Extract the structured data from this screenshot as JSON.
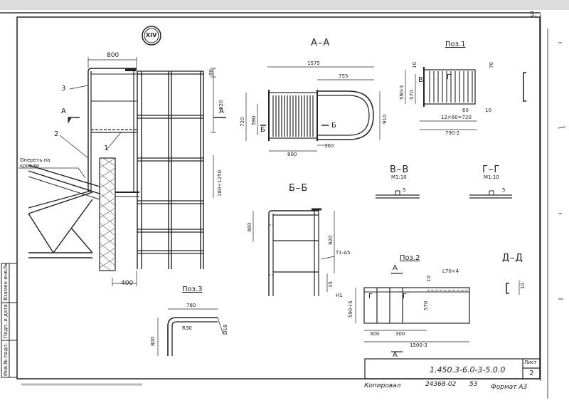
{
  "sheet": {
    "page_marker": "5.",
    "circle_label": "XIV",
    "document_code": "1.450.3-6.0-3-5.0.0",
    "sheet_label": "Лист",
    "sheet_number": "2",
    "copied_label": "Копировал",
    "copy_number": "24368-02",
    "copy_page": "53",
    "format_label": "Формат А3"
  },
  "side_stamp": {
    "inv_label": "Инв.№ подл.",
    "sign_label": "Подп. и дата",
    "replace_label": "Взамен инв.№"
  },
  "main_view": {
    "dim_top": "800",
    "dim_right_top": "80",
    "dim_920": "920",
    "dim_bottom": "400",
    "range_label": "180÷1250",
    "label_3": "3",
    "label_2": "2",
    "label_1": "1",
    "section_marker": "А",
    "roof_label_1": "Опереть на",
    "roof_label_2": "кровлю"
  },
  "section_aa": {
    "title": "А–А",
    "dim_1575": "1575",
    "dim_755": "755",
    "dim_720": "720",
    "dim_590": "590",
    "dim_910": "910",
    "dim_800": "800",
    "dim_100": "100",
    "marker": "Б"
  },
  "pos1": {
    "title": "Поз.1",
    "dim_10": "10",
    "dim_70": "70",
    "dim_590_3": "590-3",
    "dim_570": "570",
    "label_v": "В",
    "label_g": "Г",
    "dim_60": "60",
    "dim_10b": "10",
    "dim_pitch": "12×60=720",
    "dim_790": "790-2"
  },
  "section_vv": {
    "title": "В–В",
    "scale": "М1:10",
    "dim": "5"
  },
  "section_gg": {
    "title": "Г–Г",
    "scale": "М1:10",
    "dim": "5"
  },
  "section_bb": {
    "title": "Б–Б",
    "dim_460": "460",
    "dim_920": "920",
    "weld_label": "Т1-Δ5",
    "dim_35": "35",
    "label_n1": "Н1"
  },
  "pos3": {
    "title": "Поз.3",
    "dim_760": "760",
    "dim_r30": "R30",
    "dim_d18": "Ø18",
    "dim_800": "800"
  },
  "pos2": {
    "title": "Поз.2",
    "profile": "L70×4",
    "marker_a": "А",
    "marker_g": "Г",
    "dim_10": "10",
    "dim_590_5": "590+5",
    "dim_570": "570",
    "dim_300a": "300",
    "dim_300b": "300",
    "dim_1500": "1500-3"
  },
  "section_dd": {
    "title": "Д–Д",
    "dim": "10"
  }
}
